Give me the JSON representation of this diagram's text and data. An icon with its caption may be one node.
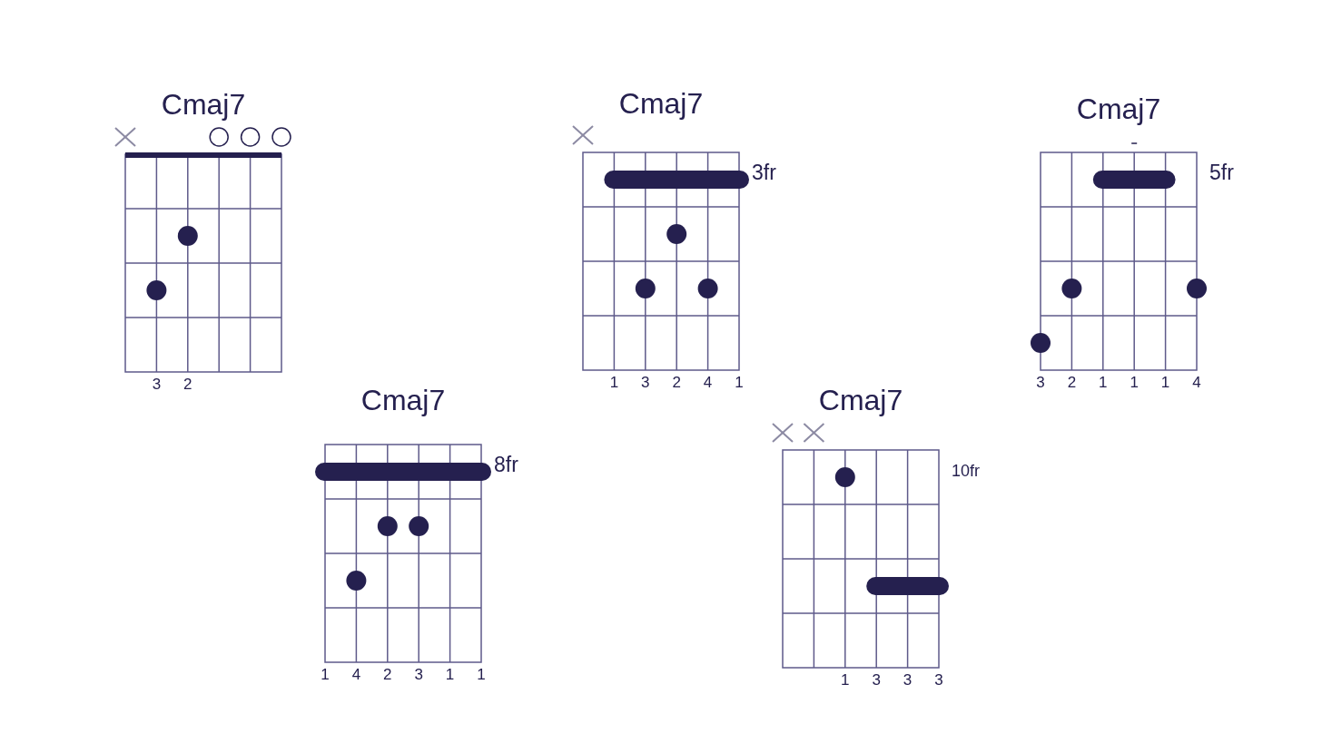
{
  "diagram": {
    "nodes": [
      {
        "text": [
          "Cmaj7"
        ],
        "beside": [
          "3",
          "2"
        ]
      },
      {
        "text": [
          "Cmaj7"
        ],
        "beside": [
          "3fr",
          "1",
          "3",
          "2",
          "4",
          "1"
        ]
      },
      {
        "text": [
          "Cmaj7"
        ],
        "beside": [
          "5fr",
          "3",
          "2",
          "1",
          "1",
          "1",
          "4"
        ]
      },
      {
        "text": [
          "Cmaj7"
        ],
        "beside": [
          "8fr",
          "1",
          "4",
          "2",
          "3",
          "1",
          "1"
        ]
      },
      {
        "text": [
          "Cmaj7"
        ],
        "beside": [
          "10fr",
          "1",
          "3",
          "3",
          "3"
        ]
      }
    ]
  }
}
